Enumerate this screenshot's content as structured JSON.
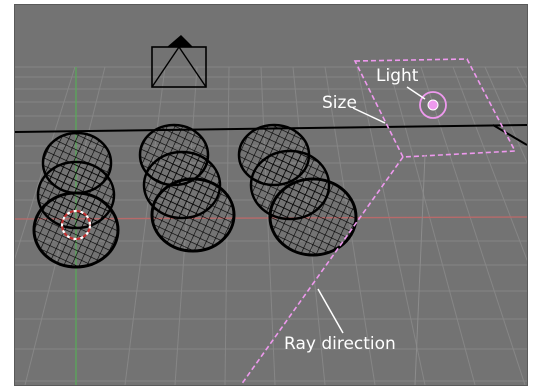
{
  "viewport": {
    "name": "3D Viewport",
    "background": "#737373",
    "grid_color": "#8a8a8a",
    "x_axis_color": "#b86a6a",
    "y_axis_color": "#5aa85a",
    "wire_color": "#000000",
    "light_color": "#ee99ee"
  },
  "annotations": {
    "light": "Light",
    "size": "Size",
    "ray_direction": "Ray direction"
  },
  "objects": {
    "camera_icon": "camera-icon",
    "light_icon": "area-light-icon",
    "sphere_icon": "wireframe-sphere-icon",
    "sphere_count": 9
  }
}
